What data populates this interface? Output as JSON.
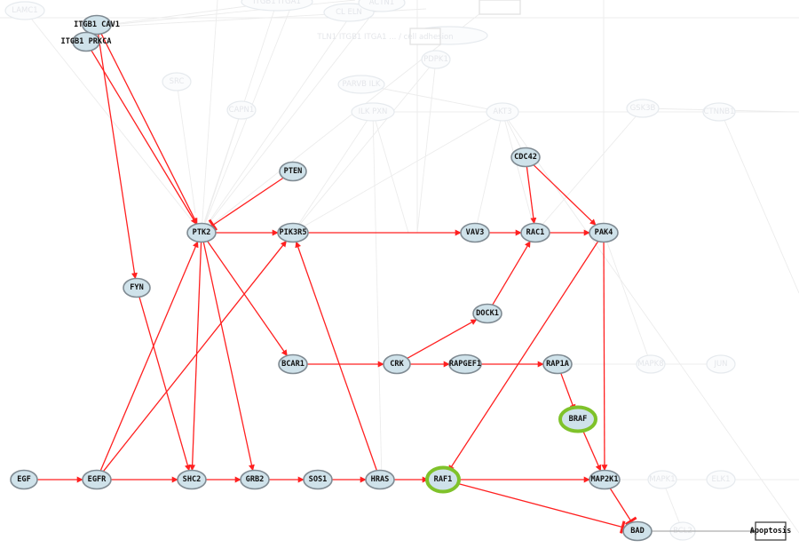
{
  "colors": {
    "node_fill": "#cfe2ea",
    "node_stroke": "#7f8a92",
    "highlight": "#7fc22a",
    "edge": "#ff2020",
    "ghost": "#e4e6ea"
  },
  "nodes": [
    {
      "id": "ITGB1_CAV1",
      "label": "ITGB1 CAV1",
      "kind": "external"
    },
    {
      "id": "ITGB1_PRKCA",
      "label": "ITGB1 PRKCA",
      "kind": "external"
    },
    {
      "id": "PTEN",
      "label": "PTEN"
    },
    {
      "id": "CDC42",
      "label": "CDC42"
    },
    {
      "id": "PTK2",
      "label": "PTK2"
    },
    {
      "id": "PIK3R5",
      "label": "PIK3R5"
    },
    {
      "id": "VAV3",
      "label": "VAV3"
    },
    {
      "id": "RAC1",
      "label": "RAC1"
    },
    {
      "id": "PAK4",
      "label": "PAK4"
    },
    {
      "id": "FYN",
      "label": "FYN"
    },
    {
      "id": "DOCK1",
      "label": "DOCK1"
    },
    {
      "id": "BCAR1",
      "label": "BCAR1"
    },
    {
      "id": "CRK",
      "label": "CRK"
    },
    {
      "id": "RAPGEF1",
      "label": "RAPGEF1"
    },
    {
      "id": "RAP1A",
      "label": "RAP1A"
    },
    {
      "id": "BRAF",
      "label": "BRAF",
      "highlight": true
    },
    {
      "id": "EGF",
      "label": "EGF"
    },
    {
      "id": "EGFR",
      "label": "EGFR"
    },
    {
      "id": "SHC2",
      "label": "SHC2"
    },
    {
      "id": "GRB2",
      "label": "GRB2"
    },
    {
      "id": "SOS1",
      "label": "SOS1"
    },
    {
      "id": "HRAS",
      "label": "HRAS"
    },
    {
      "id": "RAF1",
      "label": "RAF1",
      "highlight": true
    },
    {
      "id": "MAP2K1",
      "label": "MAP2K1"
    },
    {
      "id": "BAD",
      "label": "BAD"
    },
    {
      "id": "Apoptosis",
      "label": "Apoptosis",
      "kind": "box"
    }
  ],
  "edges": [
    {
      "from": "ITGB1_CAV1",
      "to": "PTK2",
      "type": "activation"
    },
    {
      "from": "ITGB1_PRKCA",
      "to": "PTK2",
      "type": "activation"
    },
    {
      "from": "ITGB1_CAV1",
      "to": "FYN",
      "type": "activation"
    },
    {
      "from": "PTEN",
      "to": "PTK2",
      "type": "inhibition"
    },
    {
      "from": "PTK2",
      "to": "PIK3R5",
      "type": "activation"
    },
    {
      "from": "PIK3R5",
      "to": "VAV3",
      "type": "activation"
    },
    {
      "from": "VAV3",
      "to": "RAC1",
      "type": "activation"
    },
    {
      "from": "RAC1",
      "to": "PAK4",
      "type": "activation"
    },
    {
      "from": "CDC42",
      "to": "RAC1",
      "type": "activation"
    },
    {
      "from": "CDC42",
      "to": "PAK4",
      "type": "activation"
    },
    {
      "from": "DOCK1",
      "to": "RAC1",
      "type": "activation"
    },
    {
      "from": "CRK",
      "to": "DOCK1",
      "type": "activation"
    },
    {
      "from": "PTK2",
      "to": "BCAR1",
      "type": "activation"
    },
    {
      "from": "BCAR1",
      "to": "CRK",
      "type": "activation"
    },
    {
      "from": "CRK",
      "to": "RAPGEF1",
      "type": "activation"
    },
    {
      "from": "RAPGEF1",
      "to": "RAP1A",
      "type": "activation"
    },
    {
      "from": "RAP1A",
      "to": "BRAF",
      "type": "activation"
    },
    {
      "from": "BRAF",
      "to": "MAP2K1",
      "type": "activation"
    },
    {
      "from": "PAK4",
      "to": "MAP2K1",
      "type": "activation"
    },
    {
      "from": "PAK4",
      "to": "RAF1",
      "type": "activation"
    },
    {
      "from": "PTK2",
      "to": "SHC2",
      "type": "activation"
    },
    {
      "from": "PTK2",
      "to": "GRB2",
      "type": "activation"
    },
    {
      "from": "FYN",
      "to": "SHC2",
      "type": "activation"
    },
    {
      "from": "EGF",
      "to": "EGFR",
      "type": "activation"
    },
    {
      "from": "EGFR",
      "to": "SHC2",
      "type": "activation"
    },
    {
      "from": "EGFR",
      "to": "PTK2",
      "type": "activation"
    },
    {
      "from": "EGFR",
      "to": "PIK3R5",
      "type": "activation"
    },
    {
      "from": "SHC2",
      "to": "GRB2",
      "type": "activation"
    },
    {
      "from": "GRB2",
      "to": "SOS1",
      "type": "activation"
    },
    {
      "from": "SOS1",
      "to": "HRAS",
      "type": "activation"
    },
    {
      "from": "HRAS",
      "to": "RAF1",
      "type": "activation"
    },
    {
      "from": "HRAS",
      "to": "PIK3R5",
      "type": "activation"
    },
    {
      "from": "RAF1",
      "to": "MAP2K1",
      "type": "activation"
    },
    {
      "from": "RAF1",
      "to": "BAD",
      "type": "inhibition"
    },
    {
      "from": "MAP2K1",
      "to": "BAD",
      "type": "inhibition"
    },
    {
      "from": "BAD",
      "to": "Apoptosis",
      "type": "neutral"
    }
  ],
  "background_labels": [
    "LAMC1",
    "ITGB1 ITGA1",
    "CL ELN",
    "ACTN1",
    "TLN1 ITGB1 ITGA1 ... / cell adhesion",
    "SRC",
    "CAPN1",
    "PDPK1",
    "PARVB ILK",
    "ILK PXN",
    "AKT3",
    "GSK3B",
    "CTNNB1",
    "MAPK8",
    "JUN",
    "MAPK1",
    "ELK1",
    "BCL2"
  ]
}
